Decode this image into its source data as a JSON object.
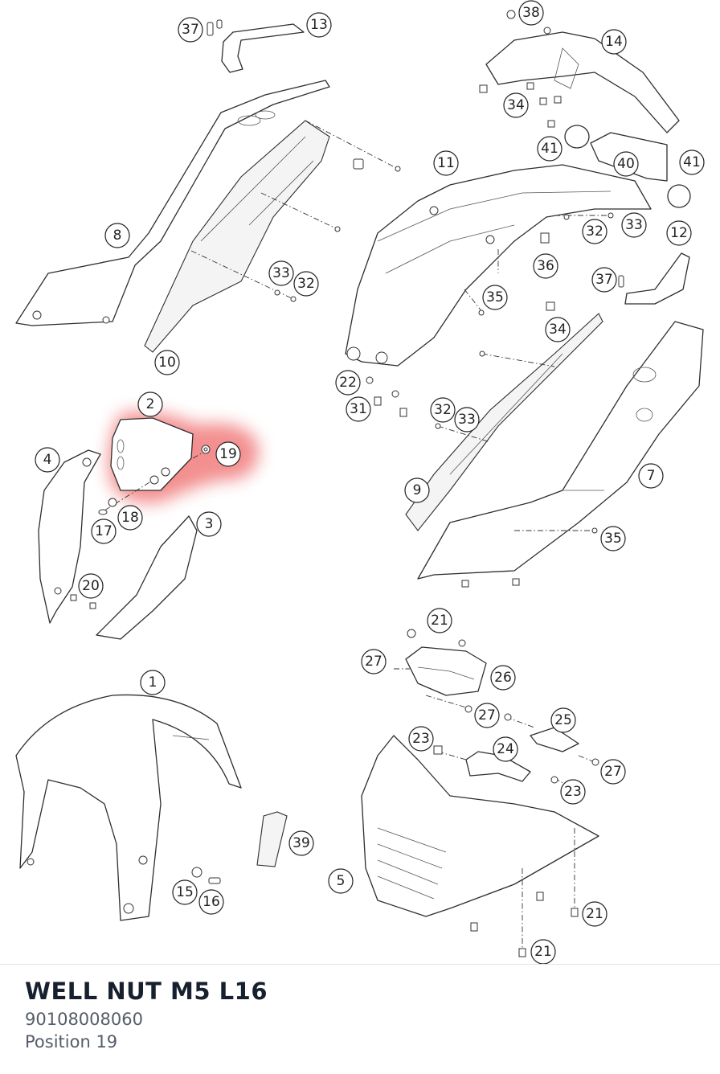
{
  "highlight": {
    "color": "#ef6b6b",
    "label": "19"
  },
  "callouts": [
    "37",
    "13",
    "38",
    "14",
    "34",
    "8",
    "10",
    "11",
    "41",
    "40",
    "41",
    "32",
    "33",
    "12",
    "36",
    "37",
    "33",
    "32",
    "35",
    "34",
    "22",
    "31",
    "32",
    "33",
    "2",
    "19",
    "4",
    "9",
    "7",
    "18",
    "17",
    "3",
    "35",
    "20",
    "21",
    "27",
    "26",
    "27",
    "25",
    "1",
    "23",
    "24",
    "27",
    "23",
    "39",
    "5",
    "15",
    "16",
    "21",
    "21"
  ],
  "selected_part": {
    "name": "WELL NUT M5 L16",
    "number": "90108008060",
    "position_label": "Position 19"
  }
}
